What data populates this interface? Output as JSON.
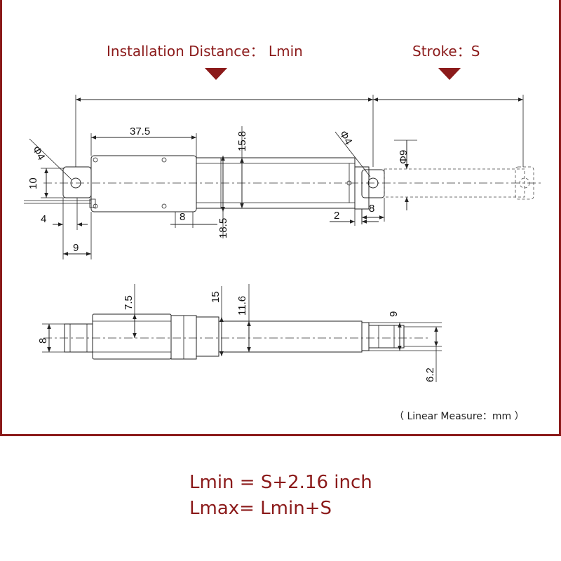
{
  "headers": {
    "install_label": "Installation Distance： Lmin",
    "stroke_label": "Stroke：S"
  },
  "top_view": {
    "dia_left": "Φ4",
    "dia_right": "Φ4",
    "dia_rod": "Φ9",
    "d_37_5": "37.5",
    "d_15_8": "15.8",
    "d_18_5": "18.5",
    "d_10": "10",
    "d_4": "4",
    "d_9": "9",
    "d_8_bottom": "8",
    "d_2": "2",
    "d_8_right": "8"
  },
  "side_view": {
    "d_7_5": "7.5",
    "d_15": "15",
    "d_11_6": "11.6",
    "d_8": "8",
    "d_9": "9",
    "d_6_2": "6.2"
  },
  "unit_note": "（ Linear Measure：mm ）",
  "formulas": {
    "line1": "Lmin = S+2.16 inch",
    "line2": "Lmax= Lmin+S"
  },
  "colors": {
    "accent": "#8b1a1a"
  }
}
